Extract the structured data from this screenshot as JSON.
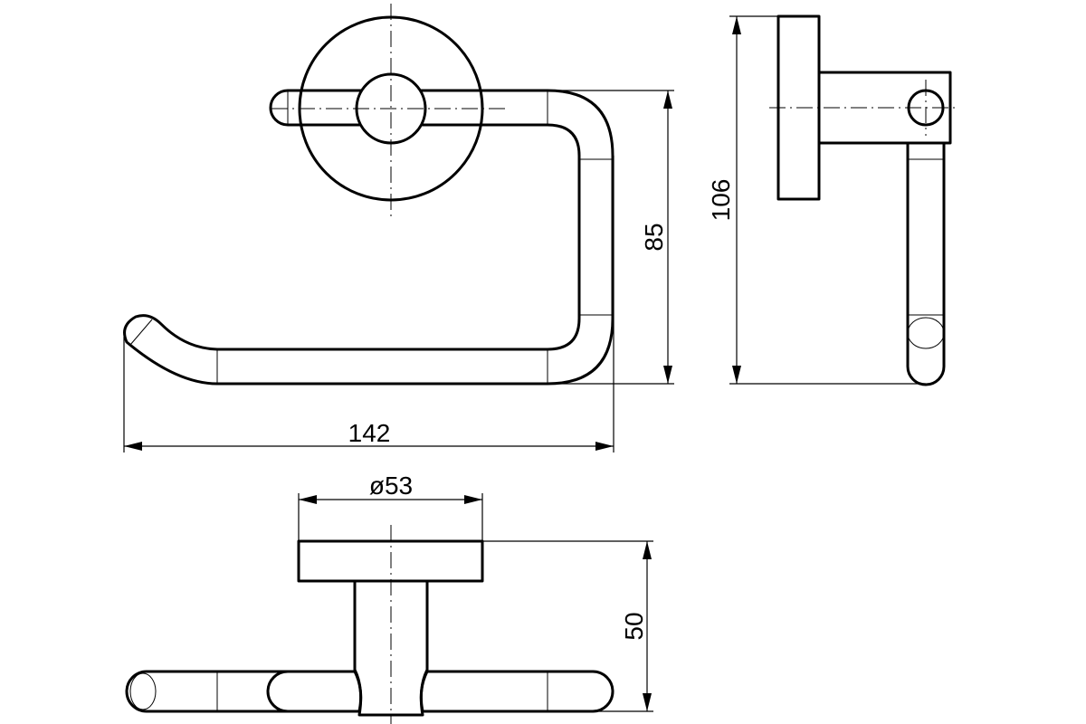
{
  "dimensions": {
    "overall_width": "142",
    "front_height": "85",
    "side_height": "106",
    "plate_diameter": "ø53",
    "projection_depth": "50"
  }
}
